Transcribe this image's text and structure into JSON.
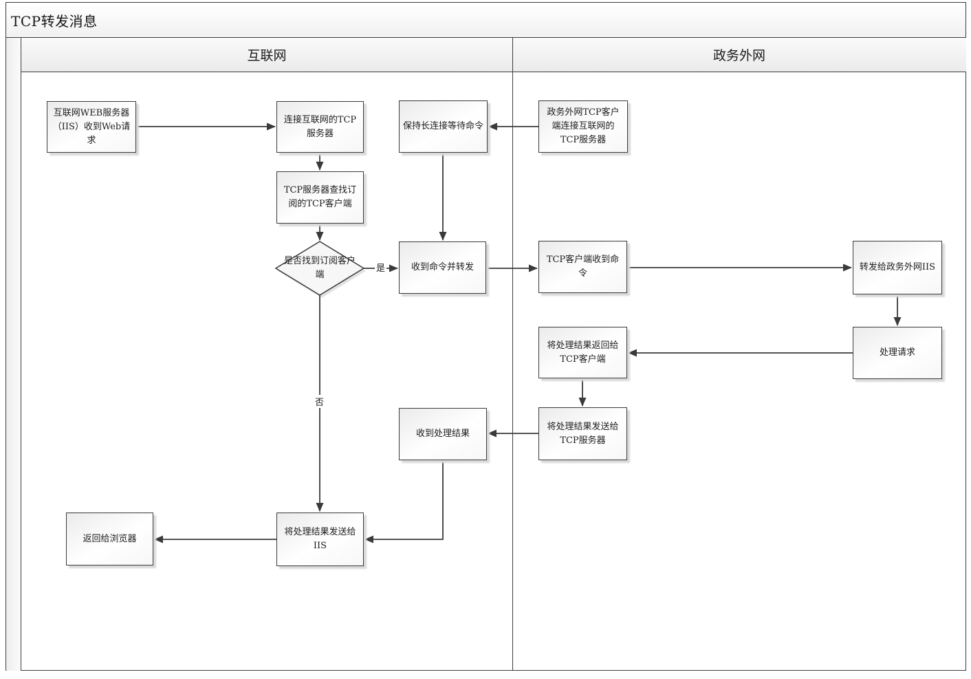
{
  "header": {
    "title": "TCP转发消息"
  },
  "lanes": [
    {
      "label": "互联网"
    },
    {
      "label": "政务外网"
    }
  ],
  "nodes": {
    "web_request": {
      "label": "互联网WEB服务器（IIS）收到Web请求"
    },
    "connect_tcp": {
      "label": "连接互联网的TCP服务器"
    },
    "find_client": {
      "label": "TCP服务器查找订阅的TCP客户端"
    },
    "found_decision": {
      "label": "是否找到订阅客户端"
    },
    "keep_alive": {
      "label": "保持长连接等待命令"
    },
    "gov_connect": {
      "label": "政务外网TCP客户端连接互联网的TCP服务器"
    },
    "forward_cmd": {
      "label": "收到命令并转发"
    },
    "client_recv": {
      "label": "TCP客户端收到命令"
    },
    "fwd_gov_iis": {
      "label": "转发给政务外网IIS"
    },
    "process_request": {
      "label": "处理请求"
    },
    "return_to_client": {
      "label": "将处理结果返回给TCP客户端"
    },
    "send_to_server": {
      "label": "将处理结果发送给TCP服务器"
    },
    "recv_result": {
      "label": "收到处理结果"
    },
    "send_to_iis": {
      "label": "将处理结果发送给IIS"
    },
    "return_browser": {
      "label": "返回给浏览器"
    }
  },
  "edge_labels": {
    "yes": "是",
    "no": "否"
  },
  "colors": {
    "line": "#3a3a3a",
    "box_border": "#3a3a3a",
    "box_shadow": "#d9d9d9",
    "header_gradient_top": "#fafafa",
    "header_gradient_bottom": "#ebebeb",
    "background": "#ffffff"
  }
}
